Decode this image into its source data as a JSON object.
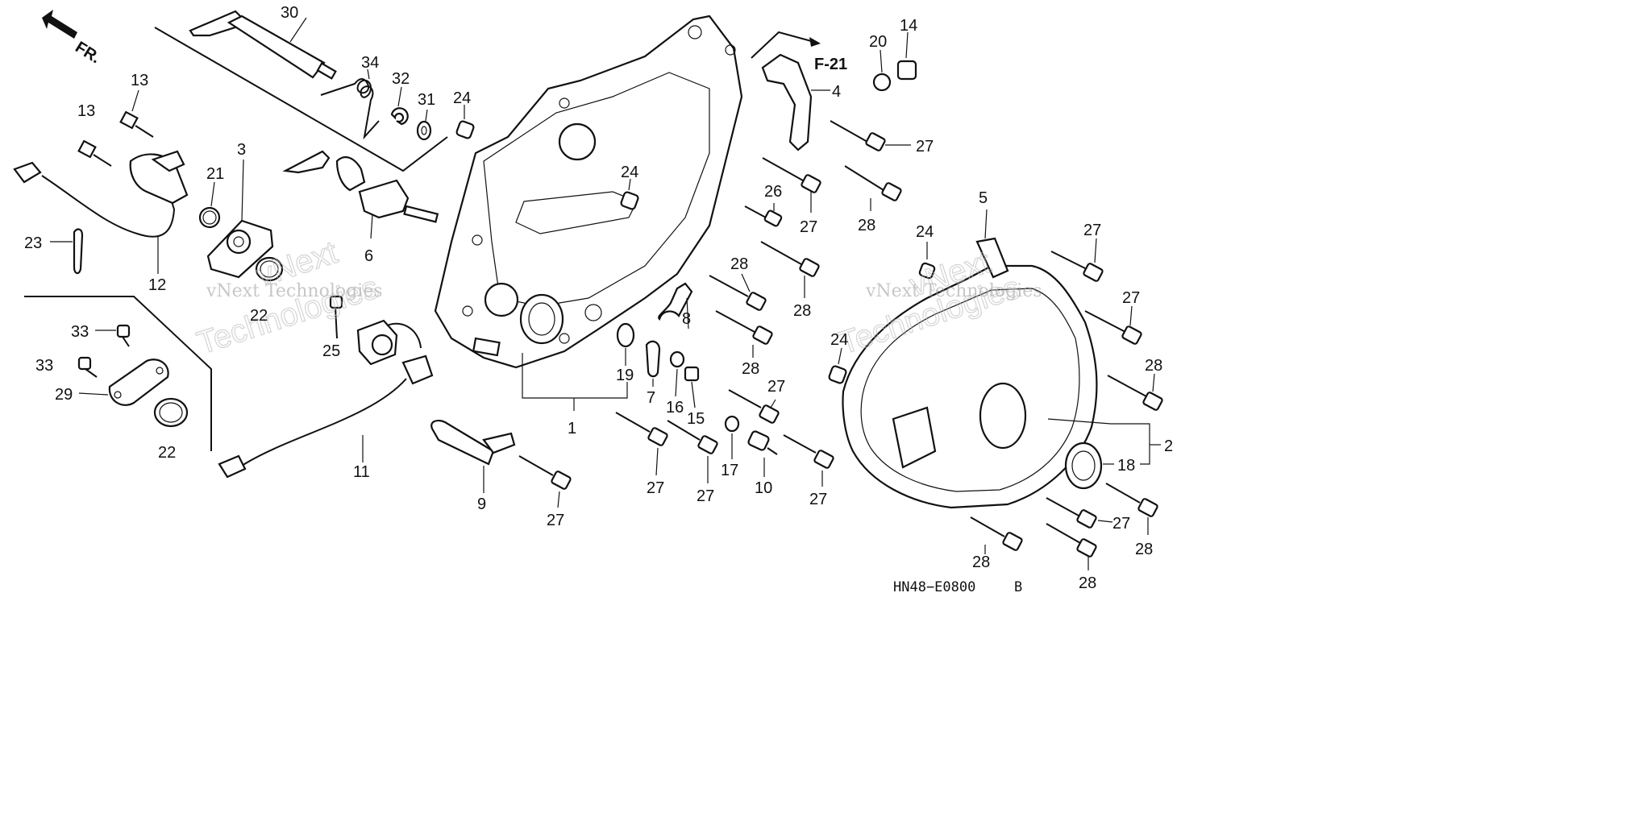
{
  "diagram": {
    "orientation_label": "FR.",
    "reference": "F-21",
    "code": "HN48−E0800",
    "revision": "B",
    "watermark": {
      "company": "vNext Technologies",
      "word1": "vNext",
      "word2": "Technologies"
    },
    "labels": {
      "l1": "1",
      "l2": "2",
      "l3": "3",
      "l4": "4",
      "l5": "5",
      "l6": "6",
      "l7": "7",
      "l8": "8",
      "l9": "9",
      "l10": "10",
      "l11": "11",
      "l12": "12",
      "l13a": "13",
      "l13b": "13",
      "l14": "14",
      "l15": "15",
      "l16": "16",
      "l17": "17",
      "l18": "18",
      "l19": "19",
      "l20": "20",
      "l21": "21",
      "l22a": "22",
      "l22b": "22",
      "l23": "23",
      "l24a": "24",
      "l24b": "24",
      "l24c": "24",
      "l24d": "24",
      "l25": "25",
      "l26": "26",
      "l27a": "27",
      "l27b": "27",
      "l27c": "27",
      "l27d": "27",
      "l27e": "27",
      "l27f": "27",
      "l27g": "27",
      "l27h": "27",
      "l27i": "27",
      "l27j": "27",
      "l28a": "28",
      "l28b": "28",
      "l28c": "28",
      "l28d": "28",
      "l28e": "28",
      "l28f": "28",
      "l28g": "28",
      "l28h": "28",
      "l29": "29",
      "l30": "30",
      "l31": "31",
      "l32": "32",
      "l33a": "33",
      "l33b": "33",
      "l34": "34"
    }
  }
}
